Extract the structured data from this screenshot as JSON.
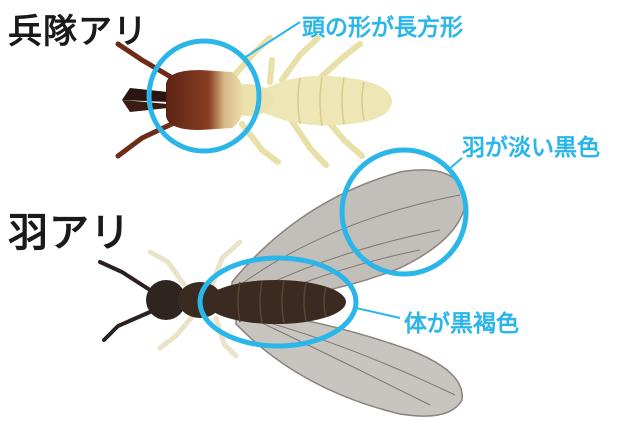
{
  "titles": {
    "soldier": "兵隊アリ",
    "winged": "羽アリ"
  },
  "callouts": {
    "head_shape": "頭の形が長方形",
    "wing_color": "羽が淡い黒色",
    "body_color": "体が黒褐色"
  },
  "colors": {
    "highlight": "#2bb6ea",
    "title_text": "#1a1a1a",
    "soldier_head": "#6e2b16",
    "soldier_body": "#eee6b4",
    "winged_body": "#3b2a20",
    "wing_fill": "#9a948c"
  }
}
